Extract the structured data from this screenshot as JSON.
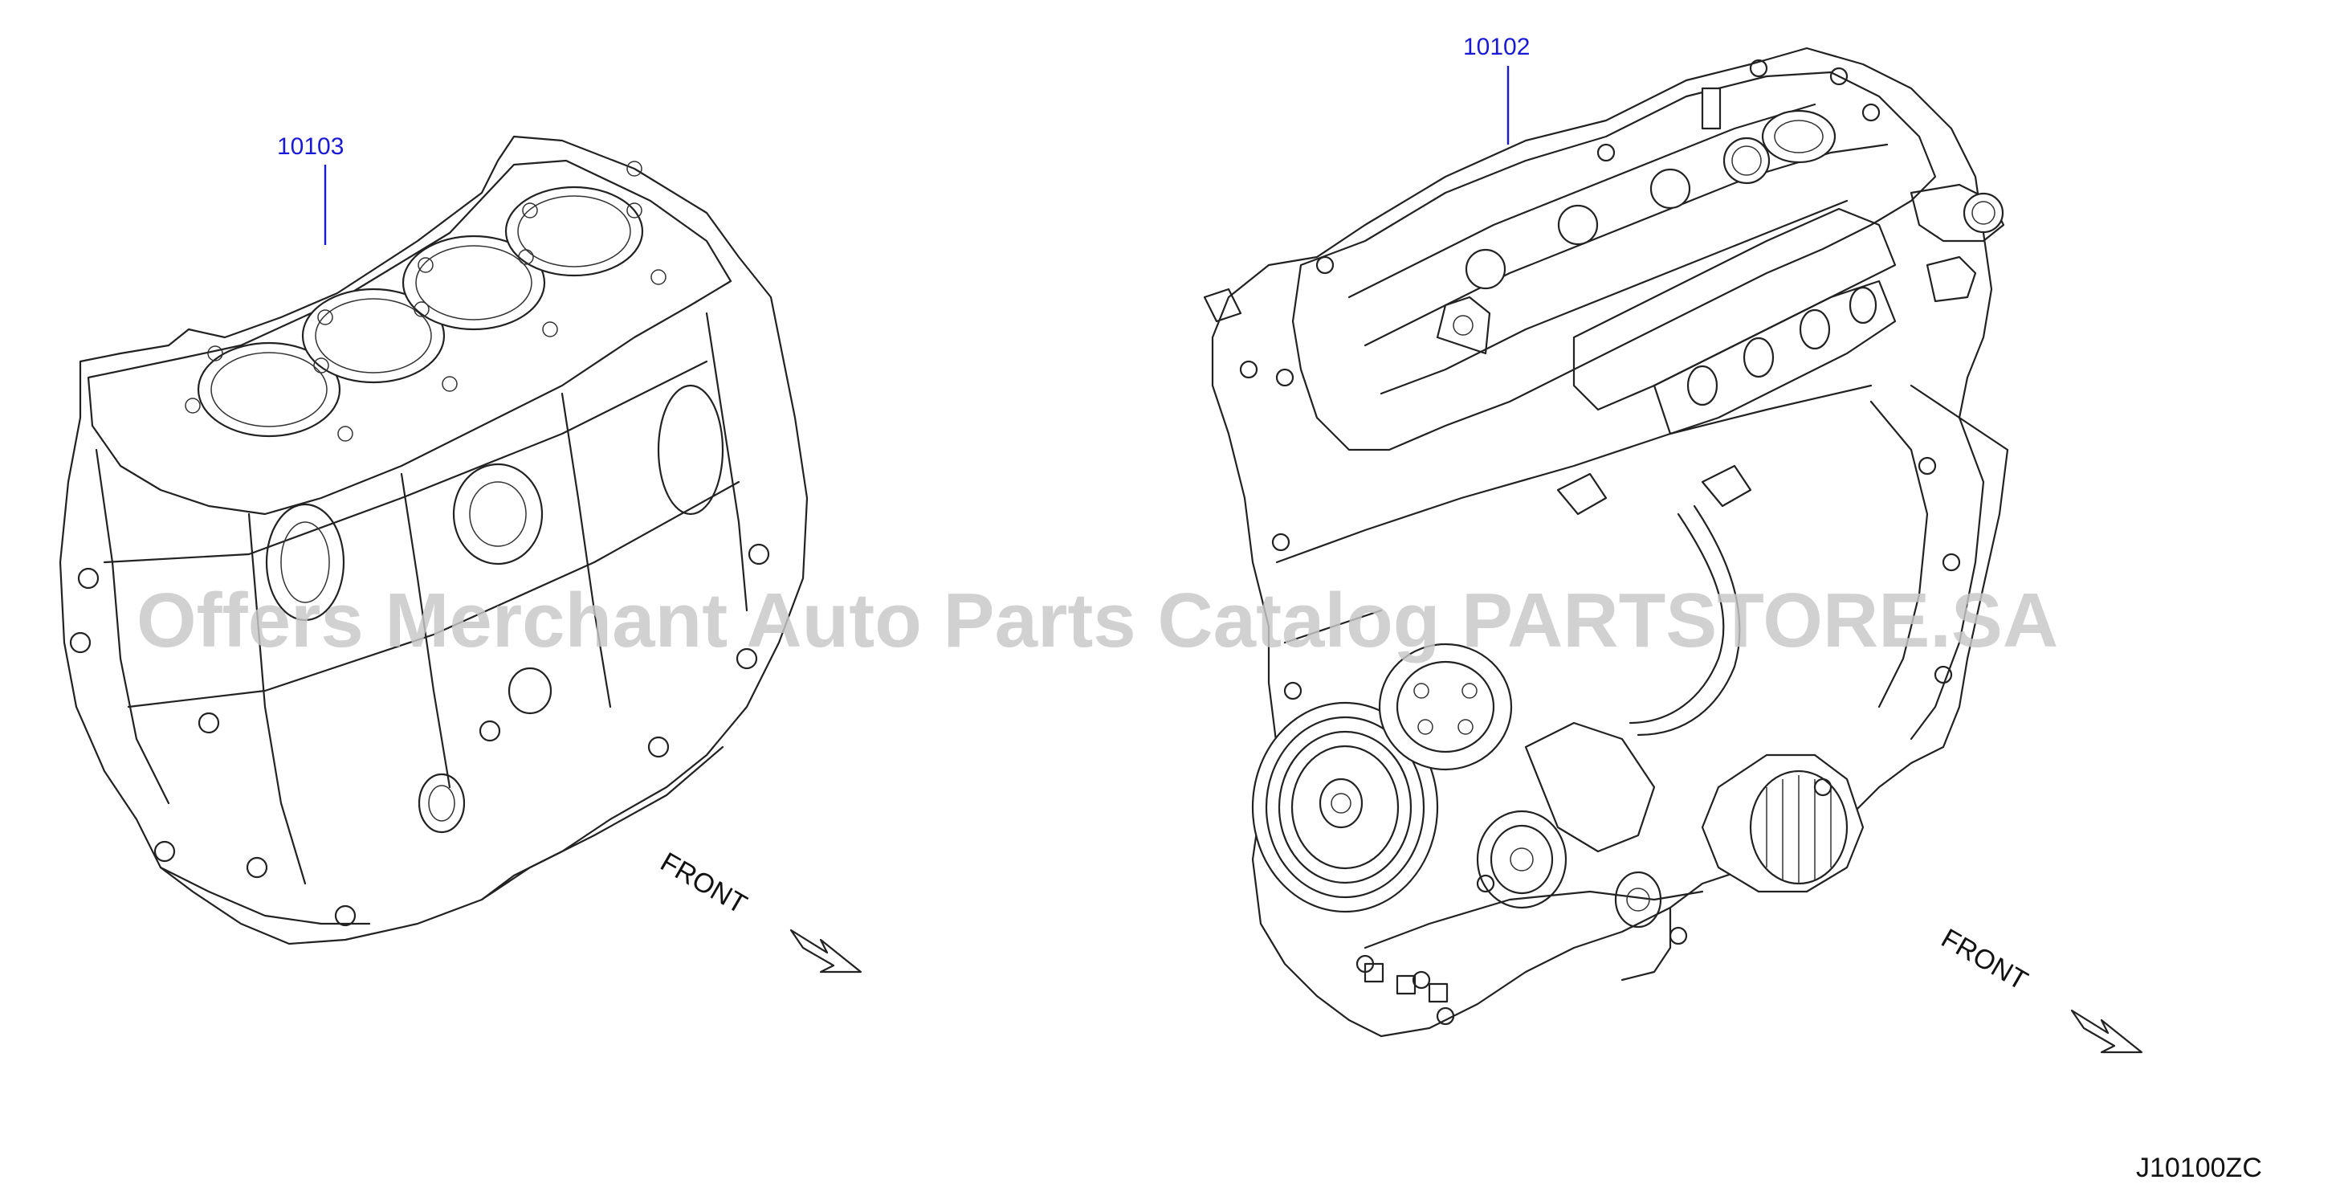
{
  "callouts": {
    "short_block": "10103",
    "long_block": "10102"
  },
  "front_labels": {
    "left": "FRONT",
    "right": "FRONT"
  },
  "diagram_code": "J10100ZC",
  "watermark": "Offers Merchant Auto Parts Catalog PARTSTORE.SA",
  "colors": {
    "callout": "#1a1ad6",
    "line": "#222222",
    "watermark": "#c8c8c8"
  }
}
